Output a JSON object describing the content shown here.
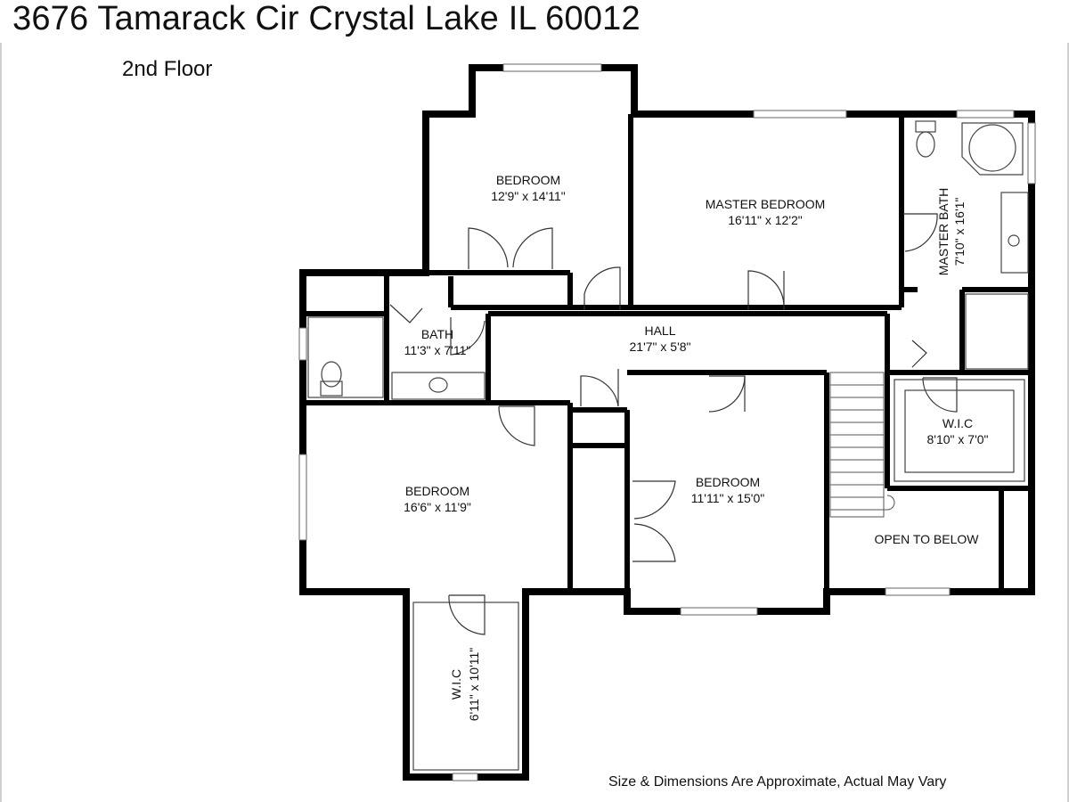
{
  "header": {
    "address": "3676 Tamarack Cir Crystal Lake IL 60012",
    "floor": "2nd Floor"
  },
  "rooms": {
    "bedroom_top": {
      "name": "BEDROOM",
      "dims": "12'9\" x 14'11\""
    },
    "master_bedroom": {
      "name": "MASTER BEDROOM",
      "dims": "16'11\" x 12'2\""
    },
    "master_bath": {
      "name": "MASTER BATH",
      "dims": "7'10\" x 16'1\""
    },
    "bath": {
      "name": "BATH",
      "dims": "11'3\" x 7'11\""
    },
    "hall": {
      "name": "HALL",
      "dims": "21'7\" x 5'8\""
    },
    "wic_right": {
      "name": "W.I.C",
      "dims": "8'10\" x 7'0\""
    },
    "bedroom_left": {
      "name": "BEDROOM",
      "dims": "16'6\" x 11'9\""
    },
    "bedroom_center": {
      "name": "BEDROOM",
      "dims": "11'11\" x 15'0\""
    },
    "open_to_below": {
      "name": "OPEN TO BELOW"
    },
    "wic_bottom": {
      "name": "W.I.C",
      "dims": "6'11\" x 10'11\""
    }
  },
  "footer": {
    "disclaimer": "Size & Dimensions Are Approximate, Actual May Vary"
  }
}
